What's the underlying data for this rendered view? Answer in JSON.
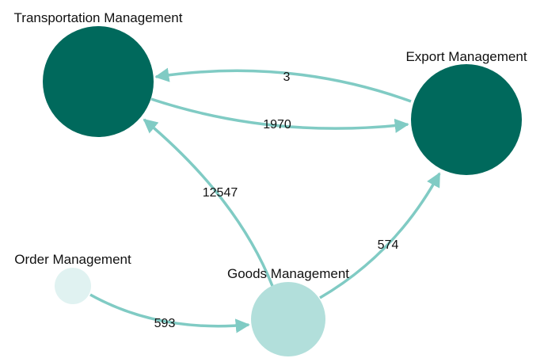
{
  "nodes": [
    {
      "id": "transportation",
      "label": "Transportation Management",
      "color": "#00695c"
    },
    {
      "id": "export",
      "label": "Export Management",
      "color": "#00695c"
    },
    {
      "id": "order",
      "label": "Order Management",
      "color": "#e0f2f1"
    },
    {
      "id": "goods",
      "label": "Goods Management",
      "color": "#b2dfdb"
    }
  ],
  "edges": [
    {
      "from": "export",
      "to": "transportation",
      "label": "3"
    },
    {
      "from": "transportation",
      "to": "export",
      "label": "1970"
    },
    {
      "from": "goods",
      "to": "transportation",
      "label": "12547"
    },
    {
      "from": "goods",
      "to": "export",
      "label": "574"
    },
    {
      "from": "order",
      "to": "goods",
      "label": "593"
    }
  ],
  "edge_color": "#80cbc4"
}
